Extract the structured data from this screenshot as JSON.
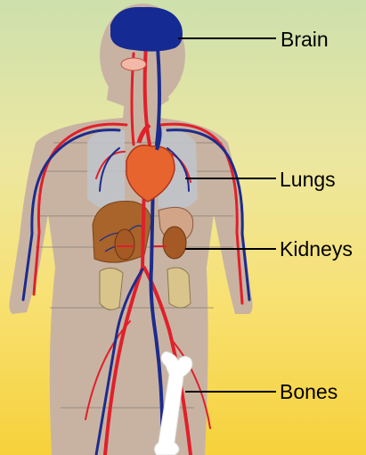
{
  "labels": {
    "brain": "Brain",
    "lungs": "Lungs",
    "kidneys": "Kidneys",
    "bones": "Bones"
  },
  "colors": {
    "background_top": "#cfe0a8",
    "background_bottom": "#f7d84a",
    "body": "#c9b5a5",
    "artery": "#e0202a",
    "vein": "#1c2c8c",
    "heart": "#e8642e",
    "liver": "#a8642a",
    "brain": "#152a92",
    "bone": "#ffffff"
  }
}
